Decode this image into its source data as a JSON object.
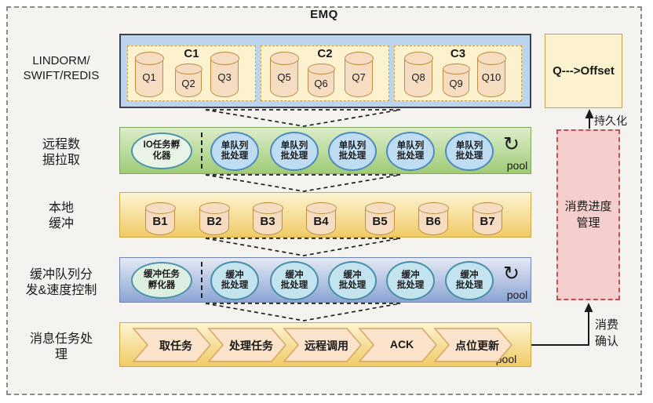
{
  "title": "EMQ",
  "icons": {
    "pool_loop": "↻"
  },
  "colors": {
    "queue_container_fill": "#bdd4ee",
    "cluster_fill": "#fdf2cf",
    "cylinder_fill": "#f6ddc2",
    "green_row": "#9fcb76",
    "blue_row": "#8ca4d4",
    "gold_row": "#f0cb66",
    "progress_fill": "#f5cfce",
    "progress_border": "#bf5250"
  },
  "layers": {
    "queues": {
      "label": {
        "line1": "LINDORM/",
        "line2": "SWIFT/REDIS"
      },
      "clusters": [
        {
          "name": "C1",
          "queues": [
            "Q1",
            "Q2",
            "Q3"
          ]
        },
        {
          "name": "C2",
          "queues": [
            "Q5",
            "Q6",
            "Q7"
          ]
        },
        {
          "name": "C3",
          "queues": [
            "Q8",
            "Q9",
            "Q10"
          ]
        }
      ]
    },
    "remote_pull": {
      "label": {
        "line1": "远程数",
        "line2": "据拉取"
      },
      "spawner": {
        "line1": "IO任务孵",
        "line2": "化器"
      },
      "worker": {
        "line1": "单队列",
        "line2": "批处理"
      },
      "worker_count": 5,
      "pool": "pool"
    },
    "local_buffer": {
      "label": {
        "line1": "本地",
        "line2": "缓冲"
      },
      "buffers": [
        "B1",
        "B2",
        "B3",
        "B4",
        "B5",
        "B6",
        "B7"
      ]
    },
    "buffer_dispatch": {
      "label": {
        "line1": "缓冲队列分",
        "line2": "发&速度控制"
      },
      "spawner": {
        "line1": "缓冲任务",
        "line2": "孵化器"
      },
      "worker": {
        "line1": "缓冲",
        "line2": "批处理"
      },
      "worker_count": 5,
      "pool": "pool"
    },
    "task_processing": {
      "label": {
        "line1": "消息任务处",
        "line2": "理"
      },
      "steps": [
        "取任务",
        "处理任务",
        "远程调用",
        "ACK",
        "点位更新"
      ],
      "pool": "pool"
    }
  },
  "right_panel": {
    "offset_box": "Q--->Offset",
    "persist_label": "持久化",
    "progress_box": {
      "line1": "消费进度",
      "line2": "管理"
    },
    "confirm_label": {
      "line1": "消费",
      "line2": "确认"
    }
  }
}
